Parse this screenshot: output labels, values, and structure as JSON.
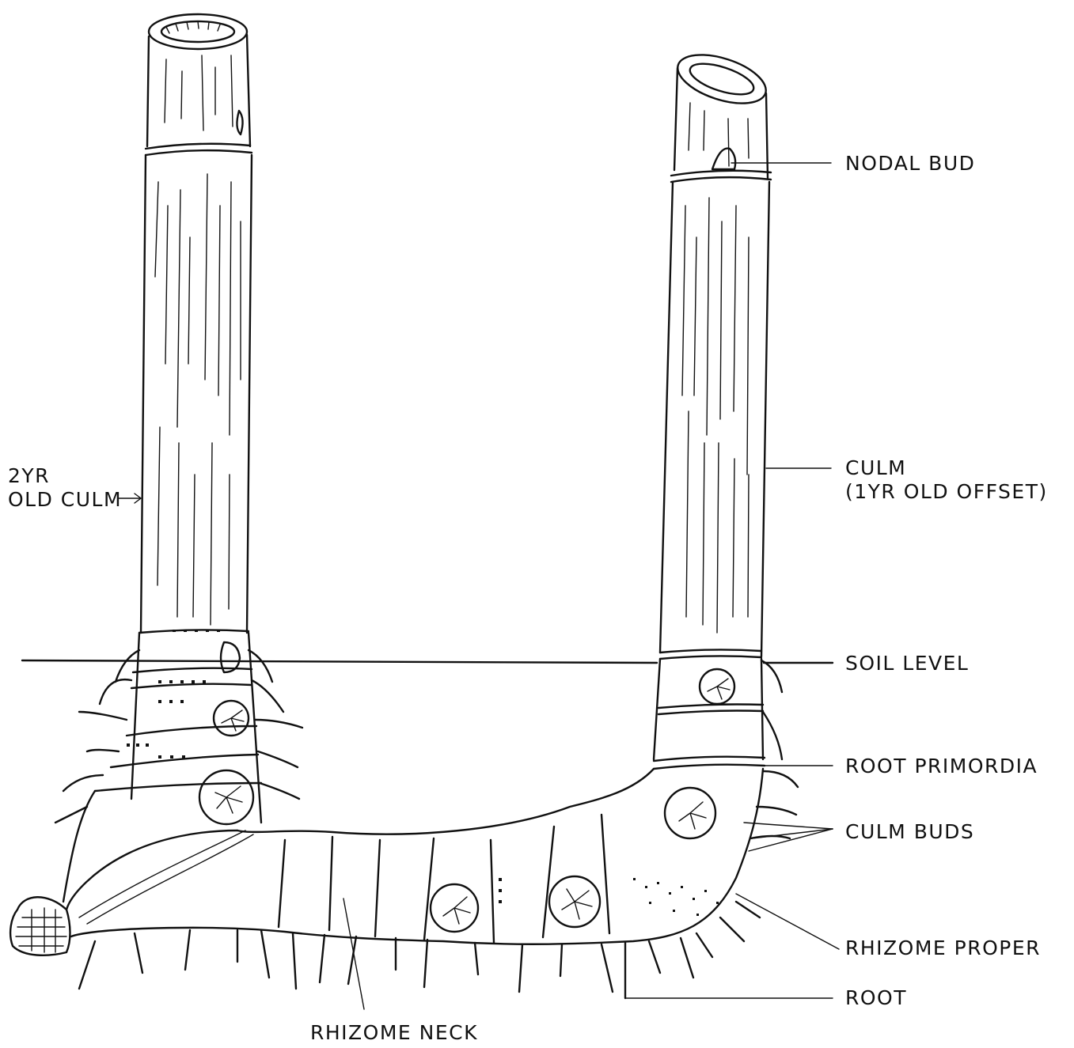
{
  "labels": {
    "nodal_bud": "NODAL BUD",
    "culm_line1": "CULM",
    "culm_line2": "(1YR OLD OFFSET)",
    "soil_level": "SOIL LEVEL",
    "root_primordia": "ROOT PRIMORDIA",
    "culm_buds": "CULM BUDS",
    "rhizome_proper": "RHIZOME PROPER",
    "root": "ROOT",
    "rhizome_neck": "RHIZOME NECK",
    "old_culm_line1": "2YR",
    "old_culm_line2": "OLD CULM"
  }
}
